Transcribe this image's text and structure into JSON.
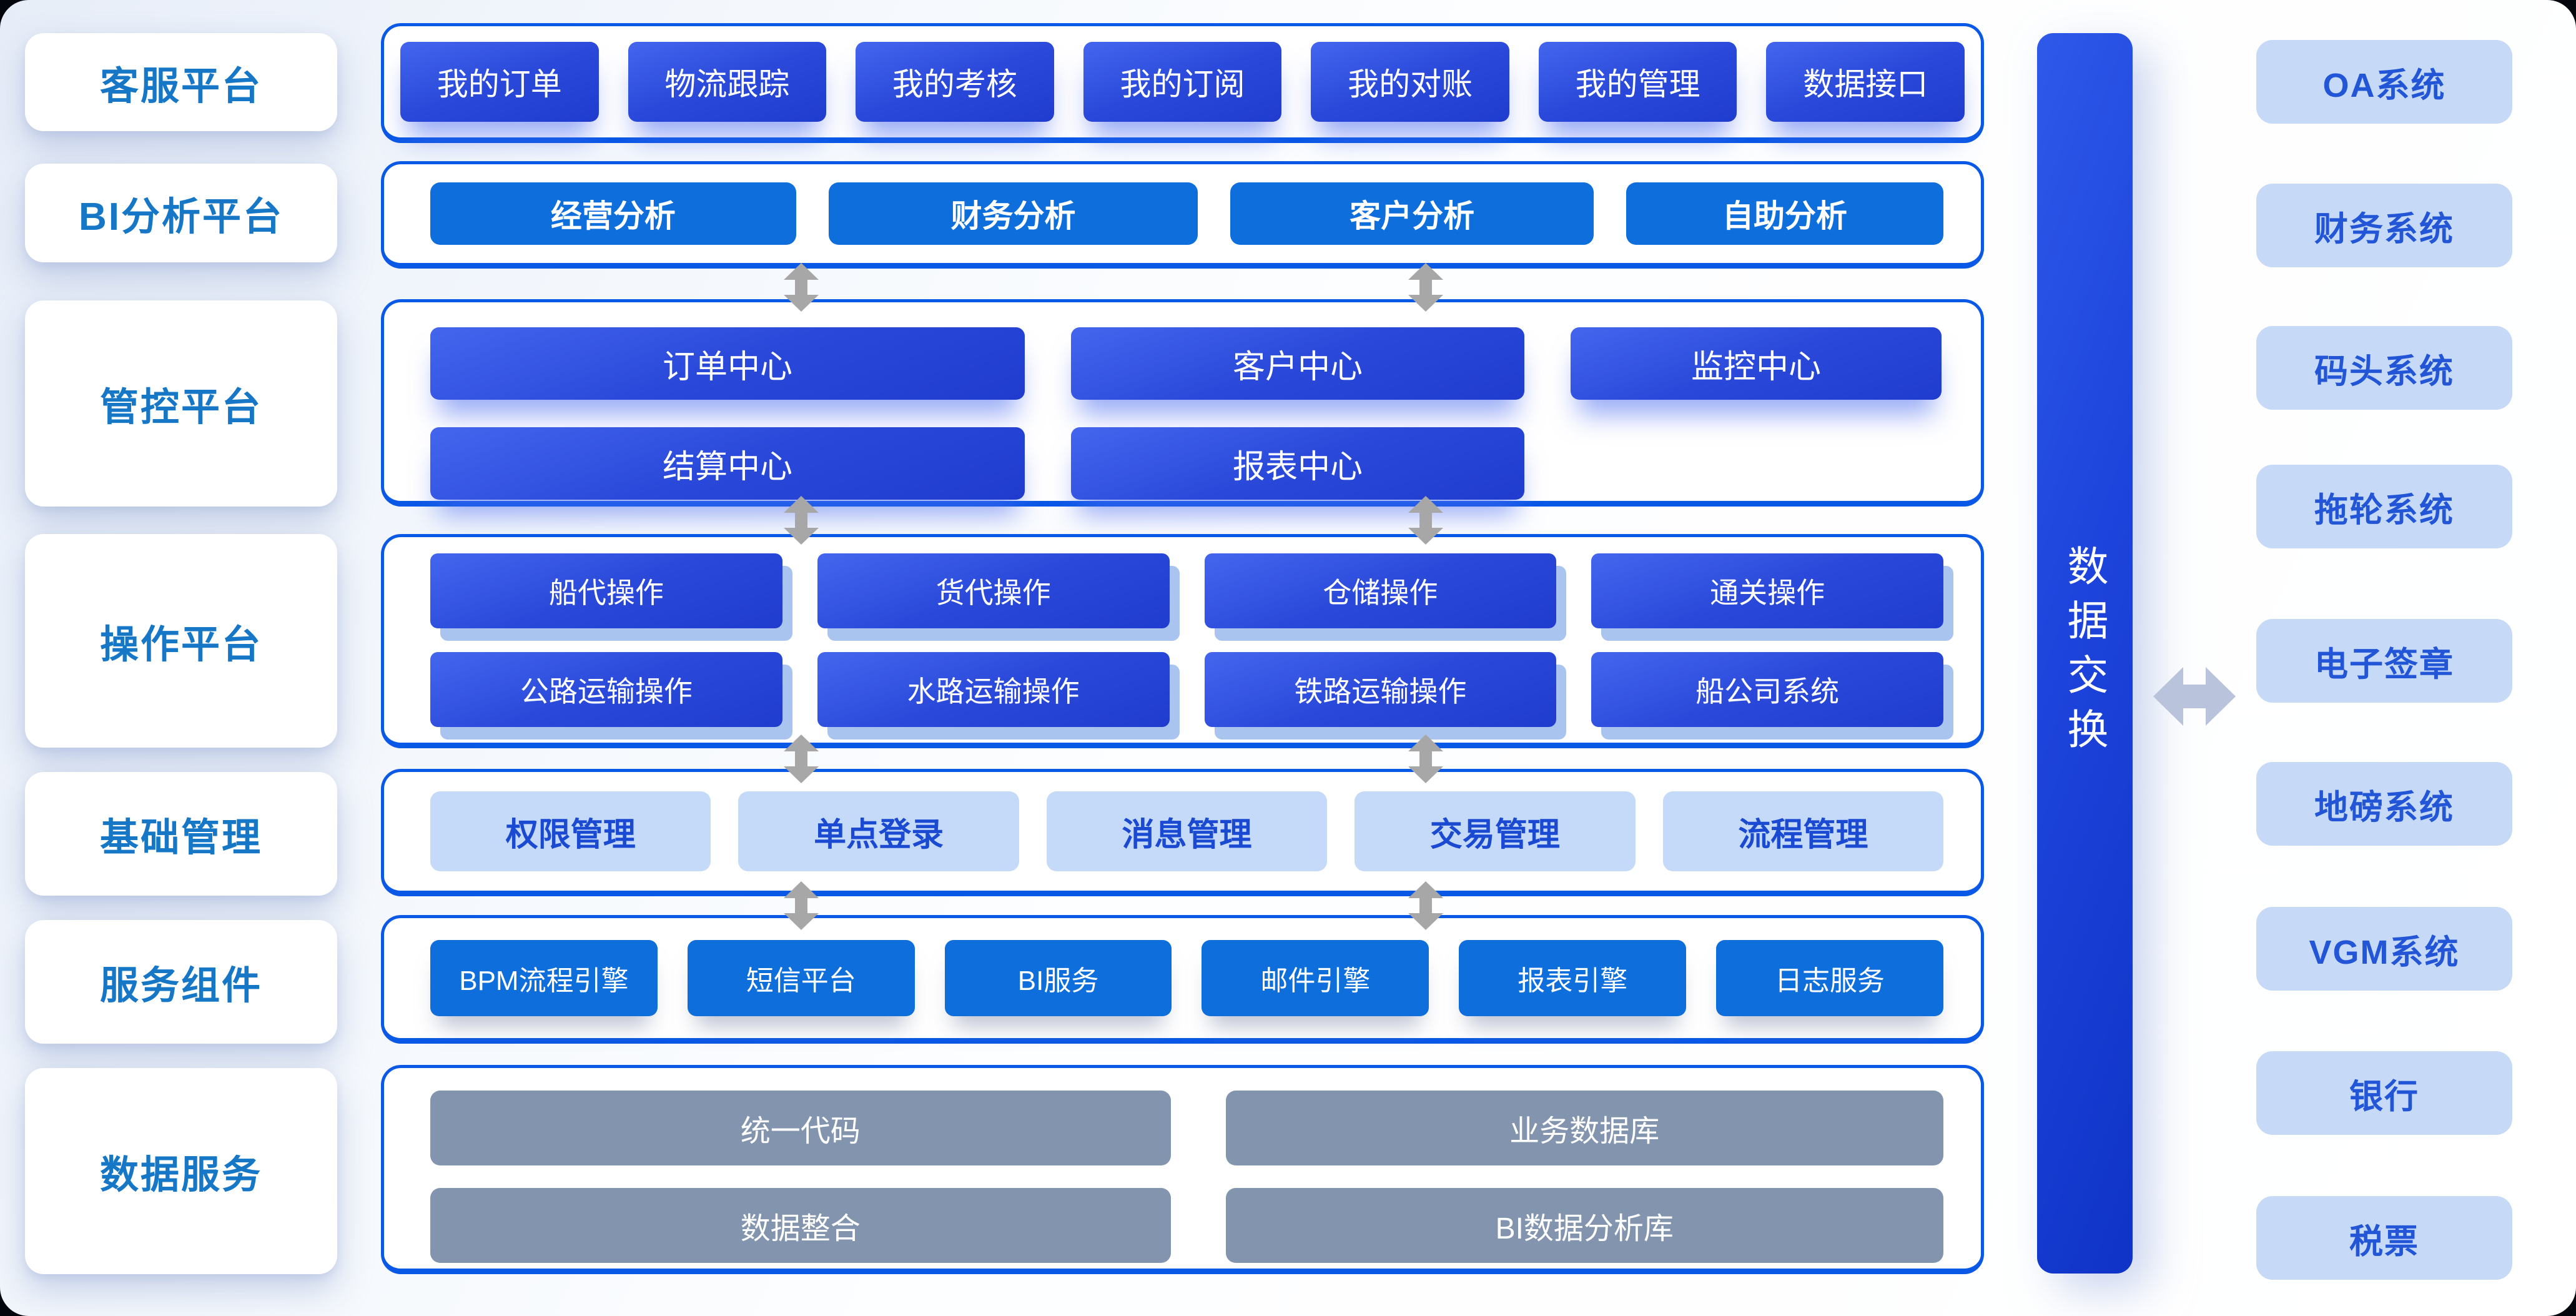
{
  "sidebar": {
    "items": [
      {
        "label": "客服平台"
      },
      {
        "label": "BI分析平台"
      },
      {
        "label": "管控平台"
      },
      {
        "label": "操作平台"
      },
      {
        "label": "基础管理"
      },
      {
        "label": "服务组件"
      },
      {
        "label": "数据服务"
      }
    ]
  },
  "main": {
    "customer_service": {
      "buttons": [
        "我的订单",
        "物流跟踪",
        "我的考核",
        "我的订阅",
        "我的对账",
        "我的管理",
        "数据接口"
      ]
    },
    "bi": {
      "buttons": [
        "经营分析",
        "财务分析",
        "客户分析",
        "自助分析"
      ]
    },
    "control": {
      "row1": [
        "订单中心",
        "客户中心",
        "监控中心"
      ],
      "row2": [
        "结算中心",
        "报表中心"
      ]
    },
    "operation": {
      "row1": [
        "船代操作",
        "货代操作",
        "仓储操作",
        "通关操作"
      ],
      "row2": [
        "公路运输操作",
        "水路运输操作",
        "铁路运输操作",
        "船公司系统"
      ]
    },
    "base_mgmt": {
      "buttons": [
        "权限管理",
        "单点登录",
        "消息管理",
        "交易管理",
        "流程管理"
      ]
    },
    "service_components": {
      "buttons": [
        "BPM流程引擎",
        "短信平台",
        "BI服务",
        "邮件引擎",
        "报表引擎",
        "日志服务"
      ]
    },
    "data_service": {
      "row1": [
        "统一代码",
        "业务数据库"
      ],
      "row2": [
        "数据整合",
        "BI数据分析库"
      ]
    }
  },
  "exchange": {
    "label": "数据交换"
  },
  "external": {
    "items": [
      "OA系统",
      "财务系统",
      "码头系统",
      "拖轮系统",
      "电子签章",
      "地磅系统",
      "VGM系统",
      "银行",
      "税票"
    ]
  },
  "colors": {
    "accent_border": "#0a58e6",
    "dark_button_gradient_top": "#4466ee",
    "dark_button_gradient_bottom": "#1f3cce",
    "bright_button": "#0d6edc",
    "chip_bg": "#c5d9f8",
    "chip_text": "#1b4ad2",
    "external_chip_bg": "#c6daf8",
    "external_chip_text": "#2256d6",
    "gray_button": "#8294ae",
    "sidebar_text": "#1577c5",
    "arrow_gray": "#a7a7a7",
    "arrow_blue_gray": "#b9c4dc",
    "exchange_bar_gradient": "#2e59e9 → #0f33c6"
  }
}
